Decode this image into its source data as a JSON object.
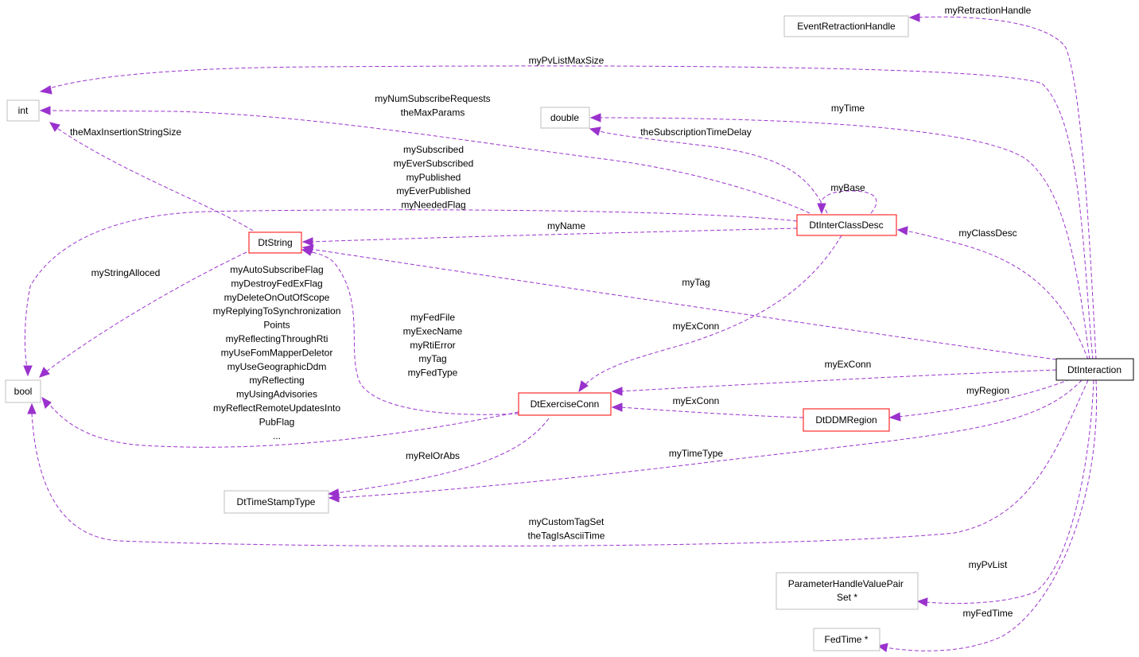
{
  "colors": {
    "edge": "#9a32cd",
    "node_border_external": "#bfbfbf",
    "node_border_documented": "#ff0000",
    "node_border_focus": "#000000",
    "node_fill_focus": "#bfbfbf",
    "node_fill": "#ffffff"
  },
  "nodes": {
    "event_retraction_handle": {
      "label": "EventRetractionHandle",
      "kind": "external"
    },
    "int": {
      "label": "int",
      "kind": "external"
    },
    "double": {
      "label": "double",
      "kind": "external"
    },
    "bool": {
      "label": "bool",
      "kind": "external"
    },
    "dt_string": {
      "label": "DtString",
      "kind": "documented"
    },
    "dt_inter_class_desc": {
      "label": "DtInterClassDesc",
      "kind": "documented"
    },
    "dt_exercise_conn": {
      "label": "DtExerciseConn",
      "kind": "documented"
    },
    "dt_ddm_region": {
      "label": "DtDDMRegion",
      "kind": "documented"
    },
    "dt_time_stamp_type": {
      "label": "DtTimeStampType",
      "kind": "external"
    },
    "parameter_handle_value_pair_set": {
      "label": [
        "ParameterHandleValuePair",
        "Set *"
      ],
      "kind": "external"
    },
    "fed_time": {
      "label": "FedTime *",
      "kind": "external"
    },
    "dt_interaction": {
      "label": "DtInteraction",
      "kind": "focus"
    }
  },
  "edges": {
    "my_retraction_handle": [
      "myRetractionHandle"
    ],
    "my_pv_list_max_size": [
      "myPvListMaxSize"
    ],
    "my_num_subscribe_requests": [
      "myNumSubscribeRequests",
      "theMaxParams"
    ],
    "my_time": [
      "myTime"
    ],
    "the_max_insertion_string_size": [
      "theMaxInsertionStringSize"
    ],
    "the_subscription_time_delay": [
      "theSubscriptionTimeDelay"
    ],
    "my_subscribed": [
      "mySubscribed",
      "myEverSubscribed",
      "myPublished",
      "myEverPublished",
      "myNeededFlag"
    ],
    "my_base": [
      "myBase"
    ],
    "my_name": [
      "myName"
    ],
    "my_class_desc": [
      "myClassDesc"
    ],
    "my_string_alloced": [
      "myStringAlloced"
    ],
    "my_auto_subscribe_flag": [
      "myAutoSubscribeFlag",
      "myDestroyFedExFlag",
      "myDeleteOnOutOfScope",
      "myReplyingToSynchronization",
      "Points",
      "myReflectingThroughRti",
      "myUseFomMapperDeletor",
      "myUseGeographicDdm",
      "myReflecting",
      "myUsingAdvisories",
      "myReflectRemoteUpdatesInto",
      "PubFlag",
      "..."
    ],
    "my_tag": [
      "myTag"
    ],
    "my_fed_file": [
      "myFedFile",
      "myExecName",
      "myRtiError",
      "myTag",
      "myFedType"
    ],
    "my_ex_conn_icd": [
      "myExConn"
    ],
    "my_ex_conn_focus": [
      "myExConn"
    ],
    "my_ex_conn_ddm": [
      "myExConn"
    ],
    "my_region": [
      "myRegion"
    ],
    "my_rel_or_abs": [
      "myRelOrAbs"
    ],
    "my_time_type": [
      "myTimeType"
    ],
    "my_custom_tag_set": [
      "myCustomTagSet",
      "theTagIsAsciiTime"
    ],
    "my_pv_list": [
      "myPvList"
    ],
    "my_fed_time": [
      "myFedTime"
    ]
  }
}
